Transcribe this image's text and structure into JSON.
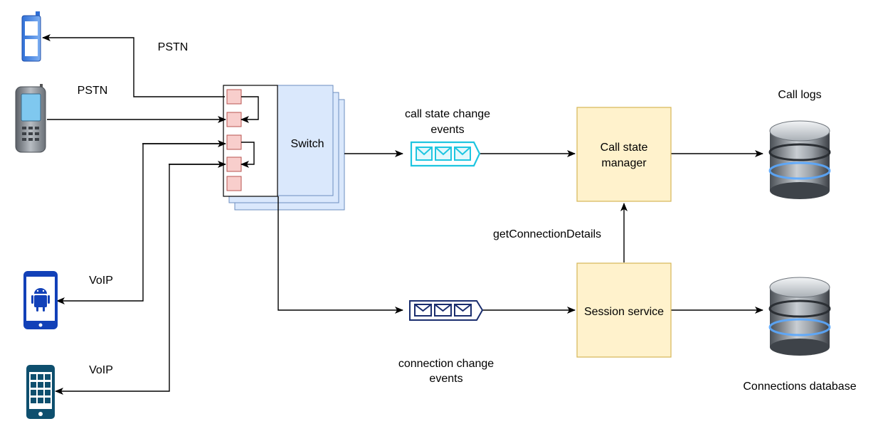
{
  "labels": {
    "pstn_top": "PSTN",
    "pstn_mid": "PSTN",
    "voip_android": "VoIP",
    "voip_tablet": "VoIP",
    "switch": "Switch",
    "call_state_events_line1": "call state change",
    "call_state_events_line2": "events",
    "connection_events_line1": "connection change",
    "connection_events_line2": "events",
    "call_state_manager_line1": "Call state",
    "call_state_manager_line2": "manager",
    "session_service": "Session service",
    "get_connection_details": "getConnectionDetails",
    "call_logs": "Call logs",
    "connections_database": "Connections database"
  },
  "colors": {
    "switch_fill": "#dae8fc",
    "switch_stroke": "#6c8ebf",
    "port_fill": "#f8cecc",
    "port_stroke": "#b85450",
    "service_fill": "#fff2cc",
    "service_stroke": "#d6b656",
    "queue_cyan": "#1ec5e0",
    "queue_navy": "#1a2d6e",
    "arrow": "#000000"
  },
  "icons": [
    "feature-phone-blue-icon",
    "mobile-phone-icon",
    "android-phone-icon",
    "smartphone-apps-icon",
    "message-queue-icon",
    "database-icon"
  ]
}
